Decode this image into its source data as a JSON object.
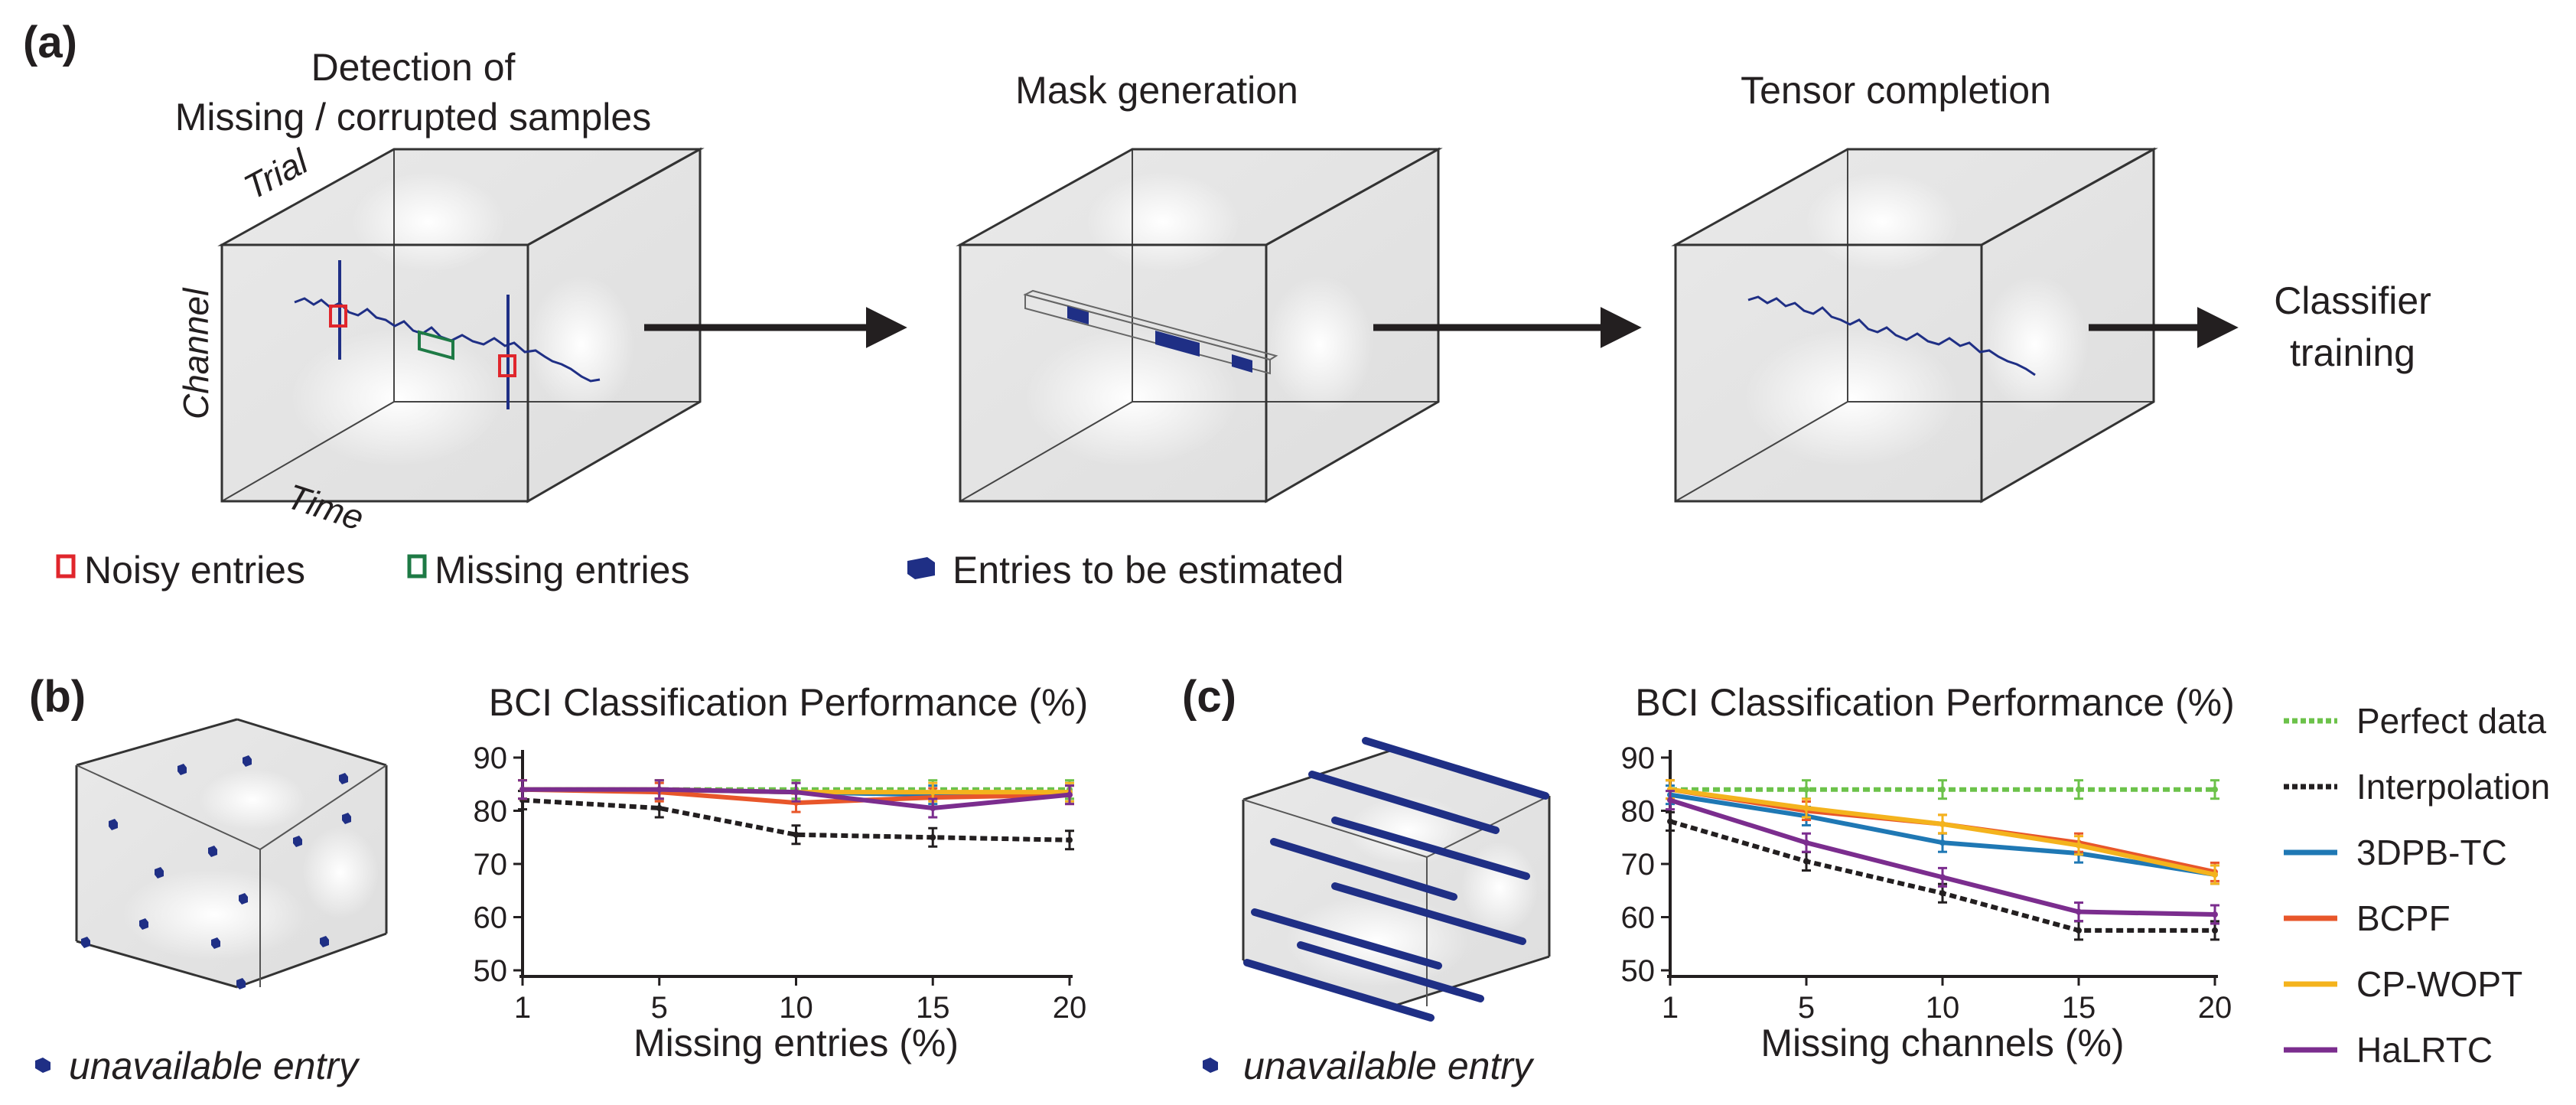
{
  "panels": {
    "a": "(a)",
    "b": "(b)",
    "c": "(c)"
  },
  "panel_a": {
    "stage1_title_line1": "Detection of",
    "stage1_title_line2": "Missing / corrupted samples",
    "stage2_title": "Mask generation",
    "stage3_title": "Tensor completion",
    "stage4_line1": "Classifier",
    "stage4_line2": "training",
    "axis_trial": "Trial",
    "axis_channel": "Channel",
    "axis_time": "Time",
    "legend_noisy": "Noisy entries",
    "legend_missing": "Missing entries",
    "legend_estimated": "Entries to be estimated"
  },
  "panel_b": {
    "legend_unavailable": "unavailable entry"
  },
  "panel_c": {
    "legend_unavailable": "unavailable entry"
  },
  "colors": {
    "perfect": "#6cc24a",
    "interpolation": "#231f20",
    "tpb": "#1f78b4",
    "bcpf": "#e8562a",
    "cpwopt": "#f4b31d",
    "halrtc": "#7b2d8e",
    "entry_blue": "#1f2f85",
    "noisy_red": "#e0262c",
    "missing_green": "#1e7a45"
  },
  "chart_data": [
    {
      "type": "line",
      "title": "BCI Classification Performance (%)",
      "xlabel": "Missing entries (%)",
      "ylabel": "",
      "x": [
        1,
        5,
        10,
        15,
        20
      ],
      "ylim": [
        50,
        90
      ],
      "yticks": [
        50,
        60,
        70,
        80,
        90
      ],
      "series": [
        {
          "name": "Perfect data",
          "key": "perfect",
          "values": [
            84,
            84,
            84,
            84,
            84
          ]
        },
        {
          "name": "Interpolation",
          "key": "interpolation",
          "values": [
            82,
            80.5,
            75.5,
            75,
            74.5
          ]
        },
        {
          "name": "3DPB-TC",
          "key": "tpb",
          "values": [
            84,
            84,
            83.5,
            83,
            83.5
          ]
        },
        {
          "name": "BCPF",
          "key": "bcpf",
          "values": [
            84,
            83.5,
            81.5,
            82.5,
            83
          ]
        },
        {
          "name": "CP-WOPT",
          "key": "cpwopt",
          "values": [
            84,
            84,
            83.5,
            83.5,
            83.5
          ]
        },
        {
          "name": "HaLRTC",
          "key": "halrtc",
          "values": [
            84,
            84,
            83.5,
            80.5,
            83
          ]
        }
      ]
    },
    {
      "type": "line",
      "title": "BCI Classification Performance (%)",
      "xlabel": "Missing channels (%)",
      "ylabel": "",
      "x": [
        1,
        5,
        10,
        15,
        20
      ],
      "ylim": [
        50,
        90
      ],
      "yticks": [
        50,
        60,
        70,
        80,
        90
      ],
      "series": [
        {
          "name": "Perfect data",
          "key": "perfect",
          "values": [
            84,
            84,
            84,
            84,
            84
          ]
        },
        {
          "name": "Interpolation",
          "key": "interpolation",
          "values": [
            78,
            70.5,
            64.5,
            57.5,
            57.5
          ]
        },
        {
          "name": "3DPB-TC",
          "key": "tpb",
          "values": [
            83,
            79,
            74,
            72,
            68
          ]
        },
        {
          "name": "BCPF",
          "key": "bcpf",
          "values": [
            84,
            80,
            77.5,
            74,
            68.5
          ]
        },
        {
          "name": "CP-WOPT",
          "key": "cpwopt",
          "values": [
            84,
            80.5,
            77.5,
            73.5,
            68
          ]
        },
        {
          "name": "HaLRTC",
          "key": "halrtc",
          "values": [
            82,
            74,
            67.5,
            61,
            60.5
          ]
        }
      ]
    }
  ]
}
